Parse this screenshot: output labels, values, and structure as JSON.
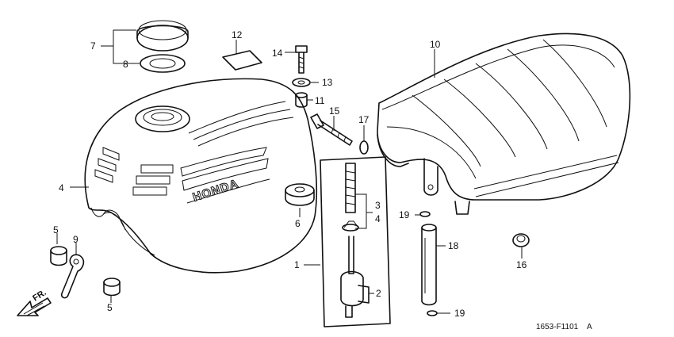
{
  "diagram": {
    "brand_mark": "HONDA",
    "direction_label": "FR.",
    "figure_code": "1653-F1101",
    "figure_suffix": "A",
    "callouts": {
      "c1": "1",
      "c2": "2",
      "c3": "3",
      "c4a": "4",
      "c4b": "4",
      "c5a": "5",
      "c5b": "5",
      "c6": "6",
      "c7": "7",
      "c8": "8",
      "c9": "9",
      "c10": "10",
      "c11": "11",
      "c12": "12",
      "c13": "13",
      "c14": "14",
      "c15": "15",
      "c16": "16",
      "c17": "17",
      "c18": "18",
      "c19a": "19",
      "c19b": "19"
    }
  }
}
